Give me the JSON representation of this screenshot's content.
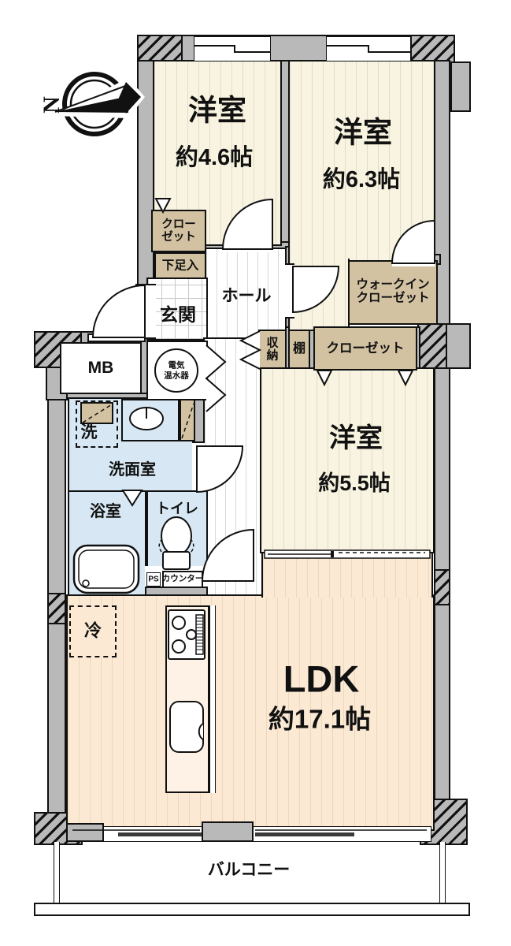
{
  "compass": {
    "north": "N"
  },
  "rooms": {
    "bedroom1": {
      "name": "洋室",
      "size": "約4.6帖"
    },
    "bedroom2": {
      "name": "洋室",
      "size": "約6.3帖"
    },
    "bedroom3": {
      "name": "洋室",
      "size": "約5.5帖"
    },
    "ldk": {
      "name": "LDK",
      "size": "約17.1帖"
    },
    "hall": {
      "name": "ホール"
    },
    "entrance": {
      "name": "玄関"
    },
    "washroom": {
      "name": "洗面室"
    },
    "bathroom": {
      "name": "浴室"
    },
    "toilet": {
      "name": "トイレ"
    },
    "balcony": {
      "name": "バルコニー"
    }
  },
  "storage": {
    "closet_top": {
      "line1": "クロー",
      "line2": "ゼット"
    },
    "shoe_cabinet": {
      "name": "下足入"
    },
    "walk_in_closet": {
      "line1": "ウォークイン",
      "line2": "クローゼット"
    },
    "hall_storage": {
      "line1": "収",
      "line2": "納"
    },
    "shelf": {
      "name": "棚"
    },
    "closet_mid": {
      "name": "クローゼット"
    }
  },
  "equipment": {
    "meter_box": "MB",
    "water_heater": {
      "line1": "電気",
      "line2": "温水器"
    },
    "washer": "洗",
    "refrigerator": "冷",
    "pipe_space": "PS",
    "counter": "カウンター"
  },
  "colors": {
    "wall_gray": "#b9b9b9",
    "bedroom_floor": "#f8f4e1",
    "ldk_floor": "#fbe9d4",
    "wet_area_floor": "#d7e8f4",
    "storage_fill": "#d3c2a2",
    "outline": "#111111"
  }
}
